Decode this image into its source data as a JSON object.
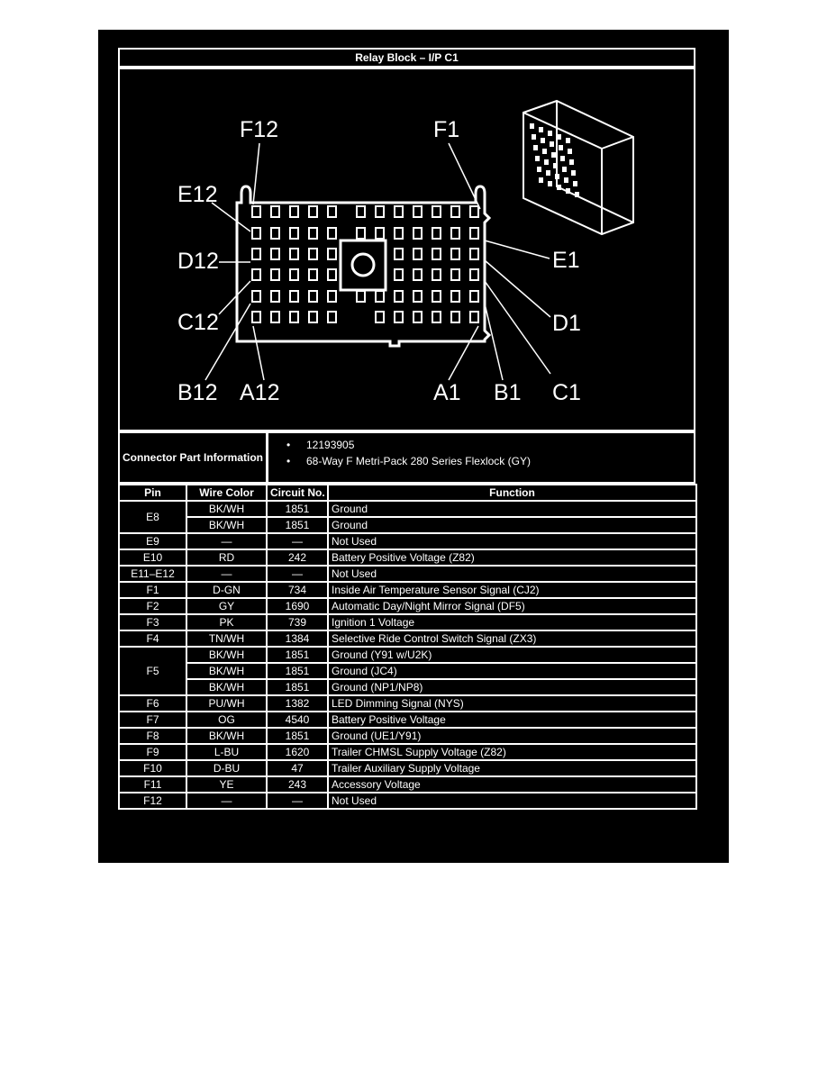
{
  "title": "Relay Block – I/P C1",
  "diagram": {
    "labels": {
      "f12": "F12",
      "f1": "F1",
      "e12": "E12",
      "e1": "E1",
      "d12": "D12",
      "d1": "D1",
      "c12": "C12",
      "c1": "C1",
      "b12": "B12",
      "a12": "A12",
      "a1": "A1",
      "b1": "B1"
    }
  },
  "connector_info": {
    "label": "Connector Part Information",
    "items": [
      "12193905",
      "68-Way F Metri-Pack 280 Series Flexlock (GY)"
    ]
  },
  "table": {
    "headers": {
      "pin": "Pin",
      "wire": "Wire Color",
      "circuit": "Circuit No.",
      "function": "Function"
    },
    "rows": [
      {
        "pin": "E8",
        "wire": "BK/WH",
        "circuit": "1851",
        "function": "Ground"
      },
      {
        "pin": "",
        "wire": "BK/WH",
        "circuit": "1851",
        "function": "Ground"
      },
      {
        "pin": "E9",
        "wire": "—",
        "circuit": "—",
        "function": "Not Used"
      },
      {
        "pin": "E10",
        "wire": "RD",
        "circuit": "242",
        "function": "Battery Positive Voltage (Z82)"
      },
      {
        "pin": "E11–E12",
        "wire": "—",
        "circuit": "—",
        "function": "Not Used"
      },
      {
        "pin": "F1",
        "wire": "D-GN",
        "circuit": "734",
        "function": "Inside Air Temperature Sensor Signal (CJ2)"
      },
      {
        "pin": "F2",
        "wire": "GY",
        "circuit": "1690",
        "function": "Automatic Day/Night Mirror Signal (DF5)"
      },
      {
        "pin": "F3",
        "wire": "PK",
        "circuit": "739",
        "function": "Ignition 1 Voltage"
      },
      {
        "pin": "F4",
        "wire": "TN/WH",
        "circuit": "1384",
        "function": "Selective Ride Control Switch Signal (ZX3)"
      },
      {
        "pin": "F5",
        "wire": "BK/WH",
        "circuit": "1851",
        "function": "Ground (Y91 w/U2K)"
      },
      {
        "pin": "",
        "wire": "BK/WH",
        "circuit": "1851",
        "function": "Ground (JC4)"
      },
      {
        "pin": "",
        "wire": "BK/WH",
        "circuit": "1851",
        "function": "Ground (NP1/NP8)"
      },
      {
        "pin": "F6",
        "wire": "PU/WH",
        "circuit": "1382",
        "function": "LED Dimming Signal (NYS)"
      },
      {
        "pin": "F7",
        "wire": "OG",
        "circuit": "4540",
        "function": "Battery Positive Voltage"
      },
      {
        "pin": "F8",
        "wire": "BK/WH",
        "circuit": "1851",
        "function": "Ground (UE1/Y91)"
      },
      {
        "pin": "F9",
        "wire": "L-BU",
        "circuit": "1620",
        "function": "Trailer CHMSL Supply Voltage (Z82)"
      },
      {
        "pin": "F10",
        "wire": "D-BU",
        "circuit": "47",
        "function": "Trailer Auxiliary Supply Voltage"
      },
      {
        "pin": "F11",
        "wire": "YE",
        "circuit": "243",
        "function": "Accessory Voltage"
      },
      {
        "pin": "F12",
        "wire": "—",
        "circuit": "—",
        "function": "Not Used"
      }
    ]
  }
}
